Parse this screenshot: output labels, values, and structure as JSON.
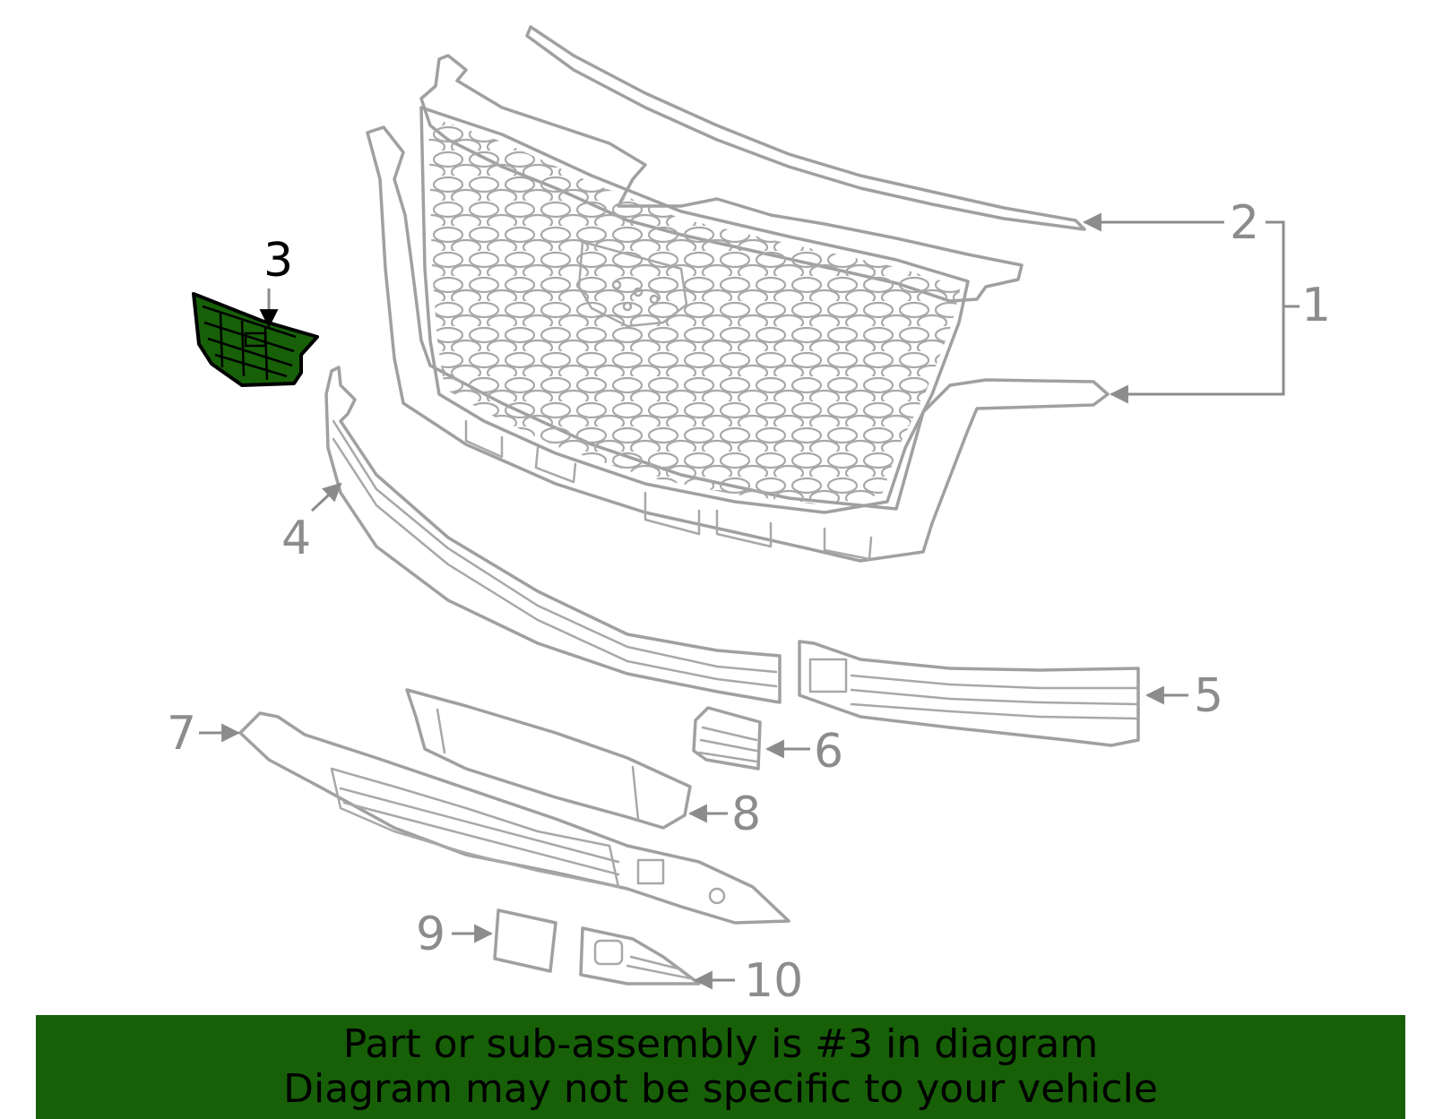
{
  "diagram": {
    "highlighted_part": "3",
    "callouts": [
      "1",
      "2",
      "3",
      "4",
      "5",
      "6",
      "7",
      "8",
      "9",
      "10"
    ],
    "colors": {
      "highlight_fill": "#176008",
      "line": "#a0a0a0",
      "label": "#8c8c8c"
    }
  },
  "banner": {
    "line1": "Part or sub-assembly is #3 in diagram",
    "line2": "Diagram may not be specific to your vehicle",
    "background": "#176008"
  }
}
